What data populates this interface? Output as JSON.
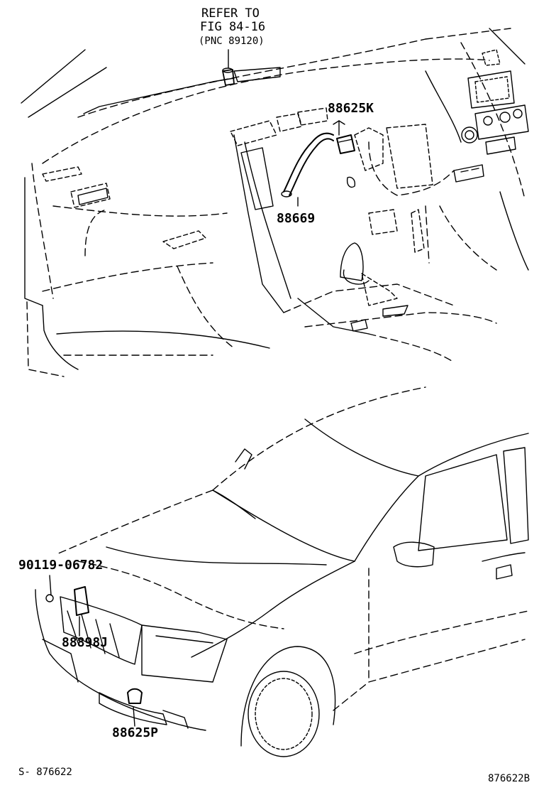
{
  "reference": {
    "line1": "REFER TO",
    "line2": "FIG 84-16",
    "line3": "(PNC 89120)"
  },
  "parts": {
    "p1": "88625K",
    "p2": "88669",
    "p3": "90119-06782",
    "p4": "88898J",
    "p5": "88625P"
  },
  "footer": {
    "left_code": "S- 876622",
    "right_code": "876622B"
  }
}
